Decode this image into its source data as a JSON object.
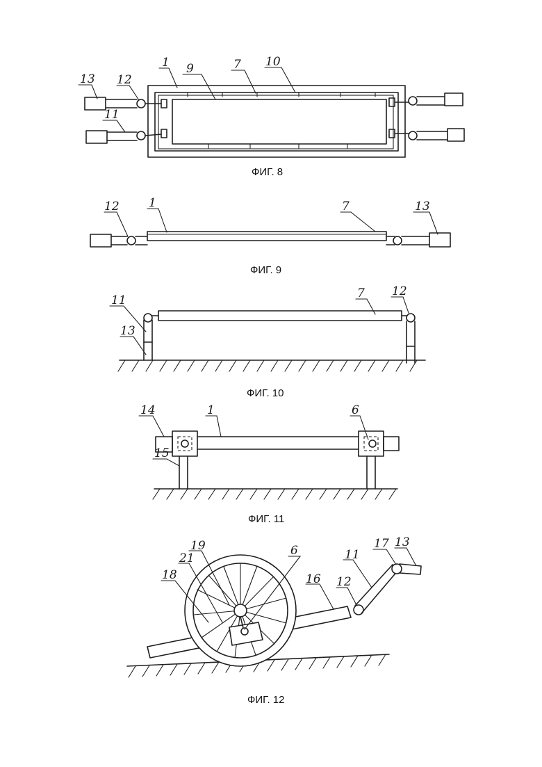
{
  "figures": [
    {
      "caption": "ФИГ. 8",
      "refs": [
        "13",
        "12",
        "1",
        "9",
        "7",
        "10",
        "11"
      ]
    },
    {
      "caption": "ФИГ. 9",
      "refs": [
        "12",
        "1",
        "7",
        "13"
      ]
    },
    {
      "caption": "ФИГ. 10",
      "refs": [
        "11",
        "13",
        "7",
        "12"
      ]
    },
    {
      "caption": "ФИГ. 11",
      "refs": [
        "14",
        "1",
        "6",
        "15"
      ]
    },
    {
      "caption": "ФИГ. 12",
      "refs": [
        "19",
        "21",
        "18",
        "6",
        "17",
        "13",
        "11",
        "16",
        "12"
      ]
    }
  ]
}
